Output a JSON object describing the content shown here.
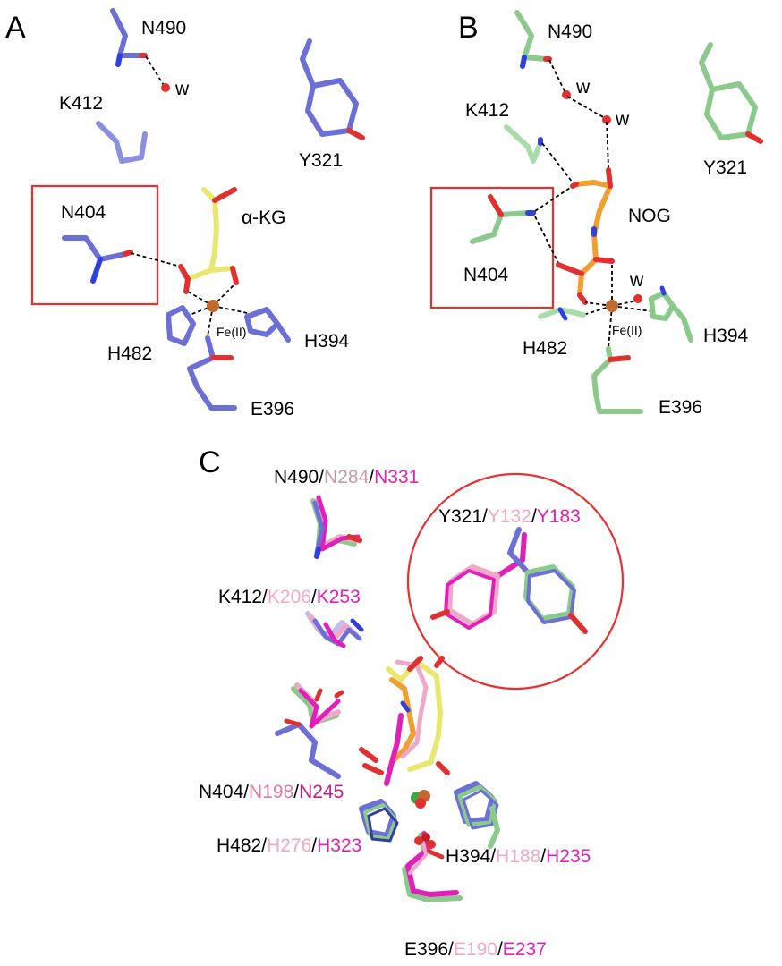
{
  "colors": {
    "panel_a_carbon": "#6b6fd6",
    "panel_b_carbon": "#8cc98c",
    "akg_carbon": "#e8e870",
    "nog_carbon": "#f0a030",
    "oxygen": "#e03030",
    "nitrogen": "#3040e0",
    "iron": "#c06a30",
    "highlight_box": "#e83030",
    "pink": "#f0a8c8",
    "magenta": "#e020b8"
  },
  "panel_a": {
    "letter": "A",
    "residues": {
      "n490": "N490",
      "k412": "K412",
      "y321": "Y321",
      "n404": "N404",
      "akg": "α-KG",
      "fe": "Fe(II)",
      "h482": "H482",
      "h394": "H394",
      "e396": "E396",
      "water": "w"
    }
  },
  "panel_b": {
    "letter": "B",
    "residues": {
      "n490": "N490",
      "k412": "K412",
      "y321": "Y321",
      "n404": "N404",
      "nog": "NOG",
      "fe": "Fe(II)",
      "h482": "H482",
      "h394": "H394",
      "e396": "E396",
      "water1": "w",
      "water2": "w",
      "water3": "w"
    }
  },
  "panel_c": {
    "letter": "C",
    "labels": {
      "n490": [
        "N490",
        "/",
        "N284",
        "/",
        "N331"
      ],
      "y321": [
        "Y321",
        "/",
        "Y132",
        "/",
        "Y183"
      ],
      "k412": [
        "K412",
        "/",
        "K206",
        "/",
        "K253"
      ],
      "n404": [
        "N404",
        "/",
        "N198",
        "/",
        "N245"
      ],
      "h482": [
        "H482",
        "/",
        "H276",
        "/",
        "H323"
      ],
      "h394": [
        "H394",
        "/",
        "H188",
        "/",
        "H235"
      ],
      "e396": [
        "E396",
        "/",
        "E190",
        "/",
        "E237"
      ]
    }
  }
}
